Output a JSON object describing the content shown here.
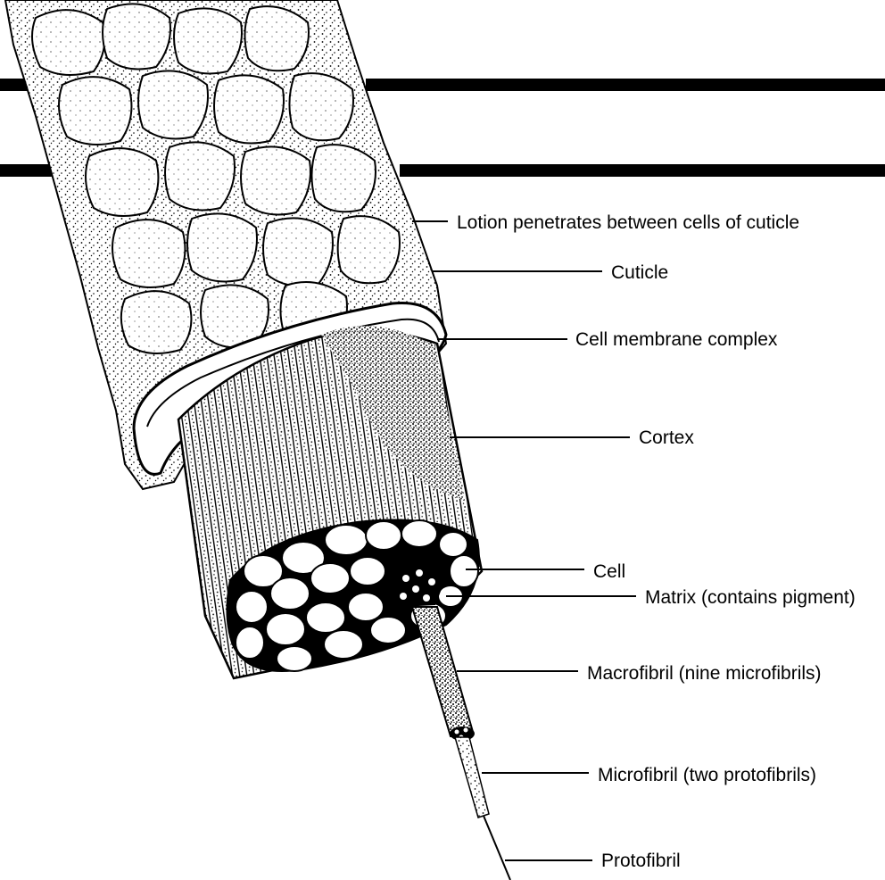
{
  "labels": {
    "lotion": "Lotion penetrates between cells of cuticle",
    "cuticle": "Cuticle",
    "cell_membrane_complex": "Cell membrane complex",
    "cortex": "Cortex",
    "cell": "Cell",
    "matrix": "Matrix (contains pigment)",
    "macrofibril": "Macrofibril (nine microfibrils)",
    "microfibril": "Microfibril (two protofibrils)",
    "protofibril": "Protofibril"
  },
  "colors": {
    "ink": "#000000",
    "paper": "#ffffff",
    "stipple": "#2a2a2a"
  }
}
